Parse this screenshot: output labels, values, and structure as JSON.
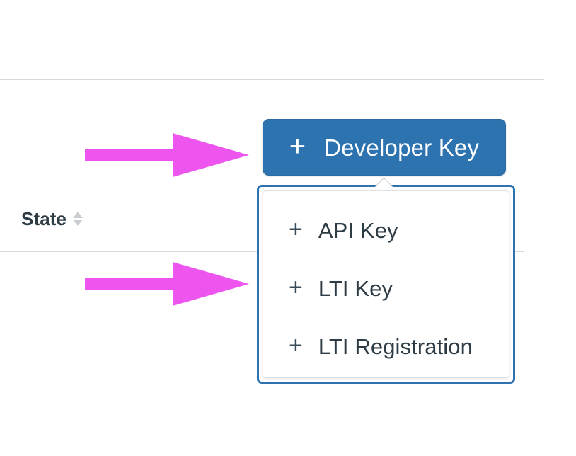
{
  "table": {
    "column_header": {
      "label": "State",
      "sort_icon": "sort-updown-icon"
    }
  },
  "toolbar": {
    "developer_key_button": {
      "plus": "+",
      "label": "Developer Key"
    }
  },
  "menu": {
    "items": [
      {
        "plus": "+",
        "label": "API Key"
      },
      {
        "plus": "+",
        "label": "LTI Key"
      },
      {
        "plus": "+",
        "label": "LTI Registration"
      }
    ]
  },
  "annotations": {
    "arrows": [
      {
        "name": "arrow-to-developer-key-button"
      },
      {
        "name": "arrow-to-lti-key-item"
      }
    ],
    "color": "#EE55EE"
  },
  "colors": {
    "button_blue": "#2D73B0",
    "focus_border_blue": "#2D73B0",
    "text_dark": "#2D3B45",
    "rule_gray": "#D6DADD",
    "sort_icon_gray": "#C7CDD1",
    "arrow_magenta": "#EE55EE"
  }
}
